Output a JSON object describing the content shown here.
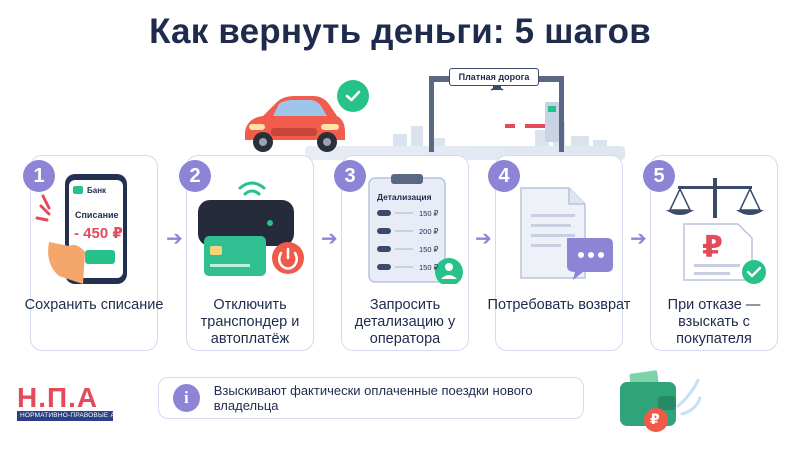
{
  "title": "Как вернуть деньги: 5 шагов",
  "hero": {
    "sign_text": "Платная дорога"
  },
  "steps": [
    {
      "number": "1",
      "label": "Сохранить списание",
      "phone": {
        "bank": "Банк",
        "caption": "Списание",
        "amount": "- 450 ₽"
      }
    },
    {
      "number": "2",
      "label": "Отключить транспондер и автоплатёж"
    },
    {
      "number": "3",
      "label": "Запросить детализацию у оператора",
      "doc": {
        "heading": "Детализация",
        "rows": [
          "150 ₽",
          "200 ₽",
          "150 ₽",
          "150 ₽"
        ]
      }
    },
    {
      "number": "4",
      "label": "Потребовать возврат"
    },
    {
      "number": "5",
      "label": "При отказе — взыскать с покупателя",
      "currency": "₽"
    }
  ],
  "info": {
    "text": "Взыскивают фактически оплаченные поездки нового владельца",
    "icon": "i"
  },
  "logo": {
    "letters": "Н.П.А",
    "subtitle": "НОРМАТИВНО-ПРАВОВЫЕ АКТЫ"
  },
  "wallet": {
    "currency": "₽"
  },
  "colors": {
    "accent": "#8e84d6",
    "navy": "#1e2b4d",
    "green": "#27c28a",
    "red": "#e34b5b",
    "card_border": "#d4dbef"
  }
}
